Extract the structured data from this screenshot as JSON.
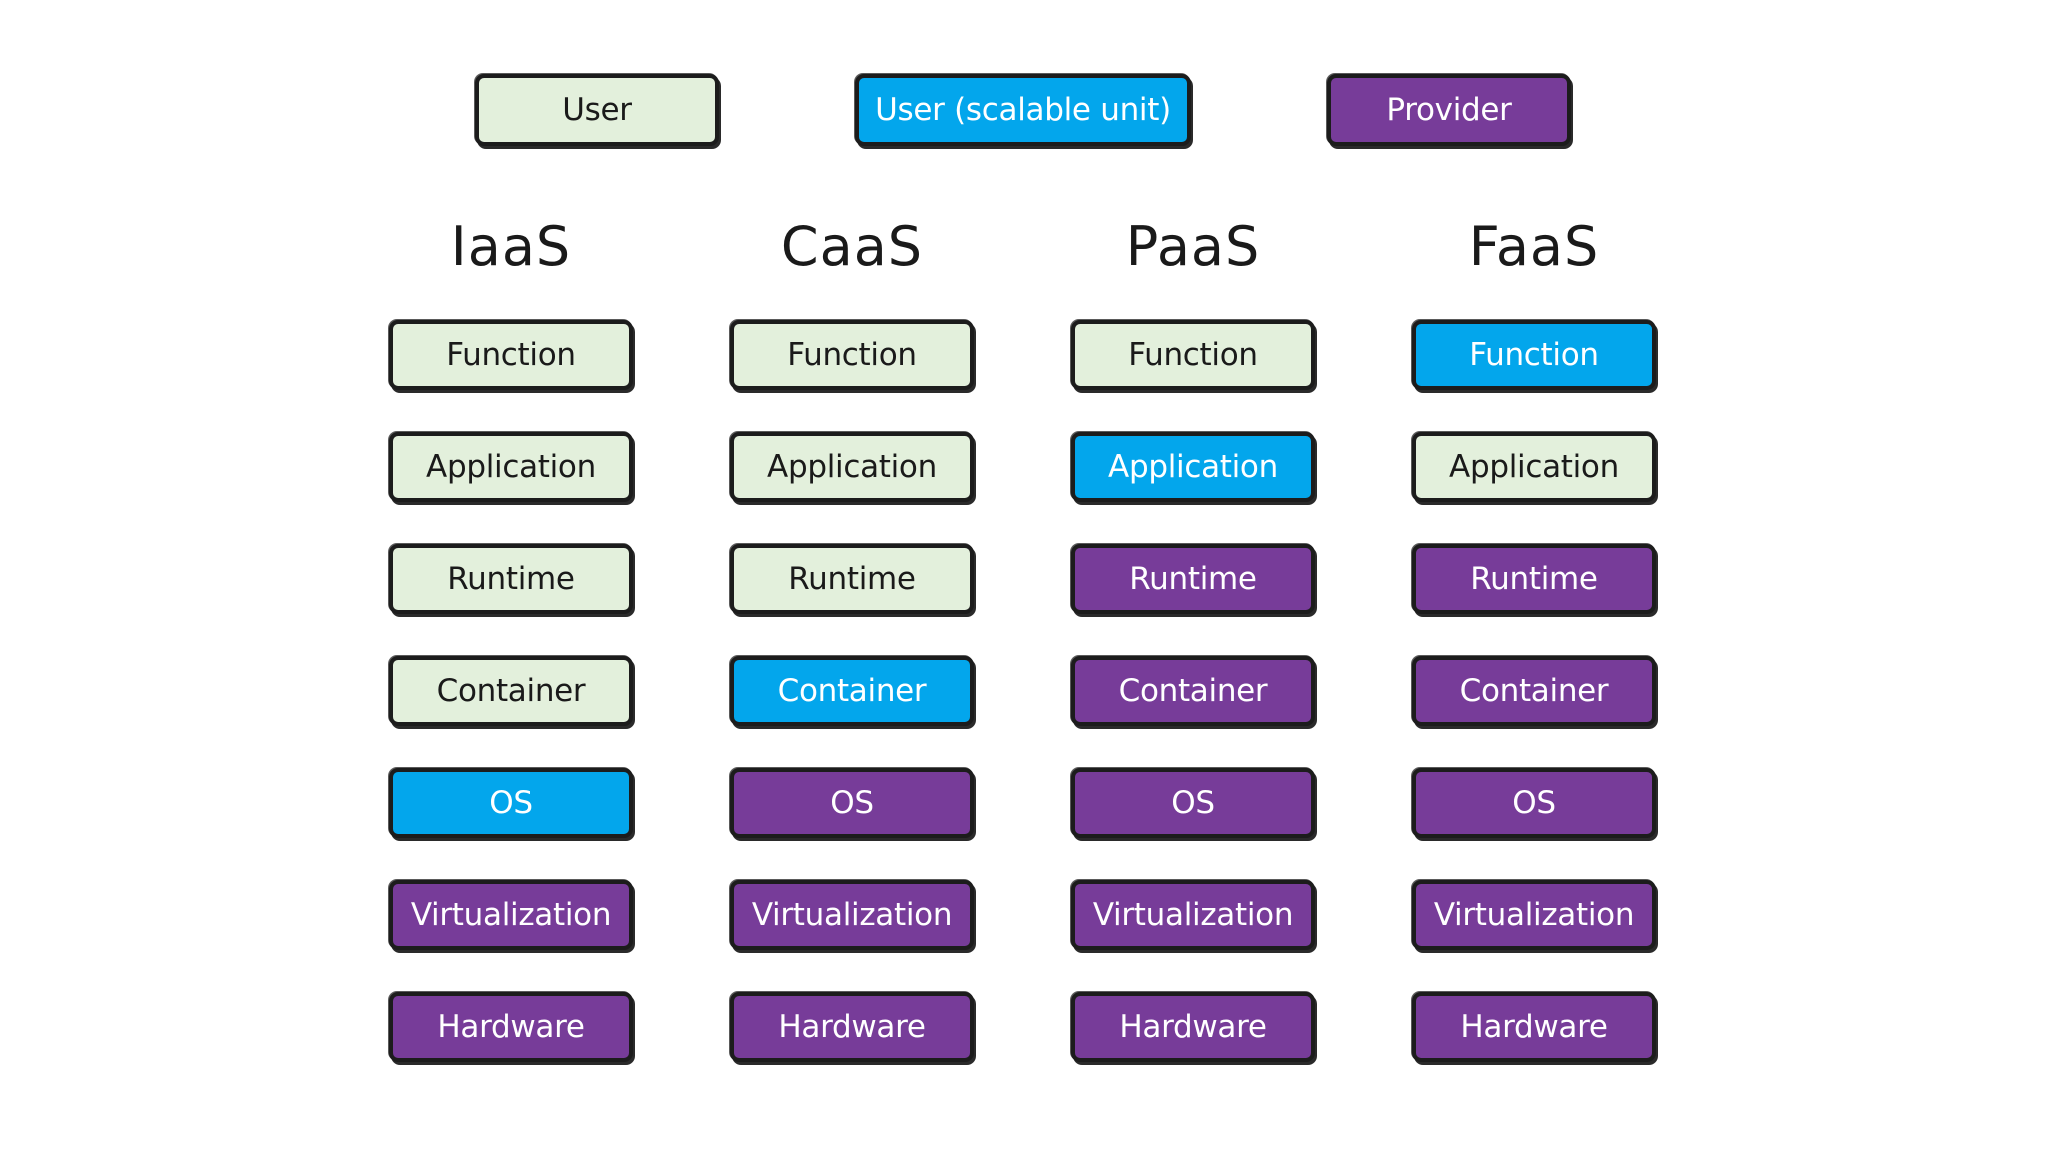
{
  "legend": [
    {
      "label": "User",
      "type": "user"
    },
    {
      "label": "User (scalable unit)",
      "type": "scalable"
    },
    {
      "label": "Provider",
      "type": "provider"
    }
  ],
  "columns": [
    {
      "title": "IaaS",
      "layers": [
        {
          "label": "Function",
          "type": "user"
        },
        {
          "label": "Application",
          "type": "user"
        },
        {
          "label": "Runtime",
          "type": "user"
        },
        {
          "label": "Container",
          "type": "user"
        },
        {
          "label": "OS",
          "type": "scalable"
        },
        {
          "label": "Virtualization",
          "type": "provider"
        },
        {
          "label": "Hardware",
          "type": "provider"
        }
      ]
    },
    {
      "title": "CaaS",
      "layers": [
        {
          "label": "Function",
          "type": "user"
        },
        {
          "label": "Application",
          "type": "user"
        },
        {
          "label": "Runtime",
          "type": "user"
        },
        {
          "label": "Container",
          "type": "scalable"
        },
        {
          "label": "OS",
          "type": "provider"
        },
        {
          "label": "Virtualization",
          "type": "provider"
        },
        {
          "label": "Hardware",
          "type": "provider"
        }
      ]
    },
    {
      "title": "PaaS",
      "layers": [
        {
          "label": "Function",
          "type": "user"
        },
        {
          "label": "Application",
          "type": "scalable"
        },
        {
          "label": "Runtime",
          "type": "provider"
        },
        {
          "label": "Container",
          "type": "provider"
        },
        {
          "label": "OS",
          "type": "provider"
        },
        {
          "label": "Virtualization",
          "type": "provider"
        },
        {
          "label": "Hardware",
          "type": "provider"
        }
      ]
    },
    {
      "title": "FaaS",
      "layers": [
        {
          "label": "Function",
          "type": "scalable"
        },
        {
          "label": "Application",
          "type": "user"
        },
        {
          "label": "Runtime",
          "type": "provider"
        },
        {
          "label": "Container",
          "type": "provider"
        },
        {
          "label": "OS",
          "type": "provider"
        },
        {
          "label": "Virtualization",
          "type": "provider"
        },
        {
          "label": "Hardware",
          "type": "provider"
        }
      ]
    }
  ],
  "colors": {
    "user": "#e3f0dc",
    "scalable": "#03a6ec",
    "provider": "#773c99"
  }
}
